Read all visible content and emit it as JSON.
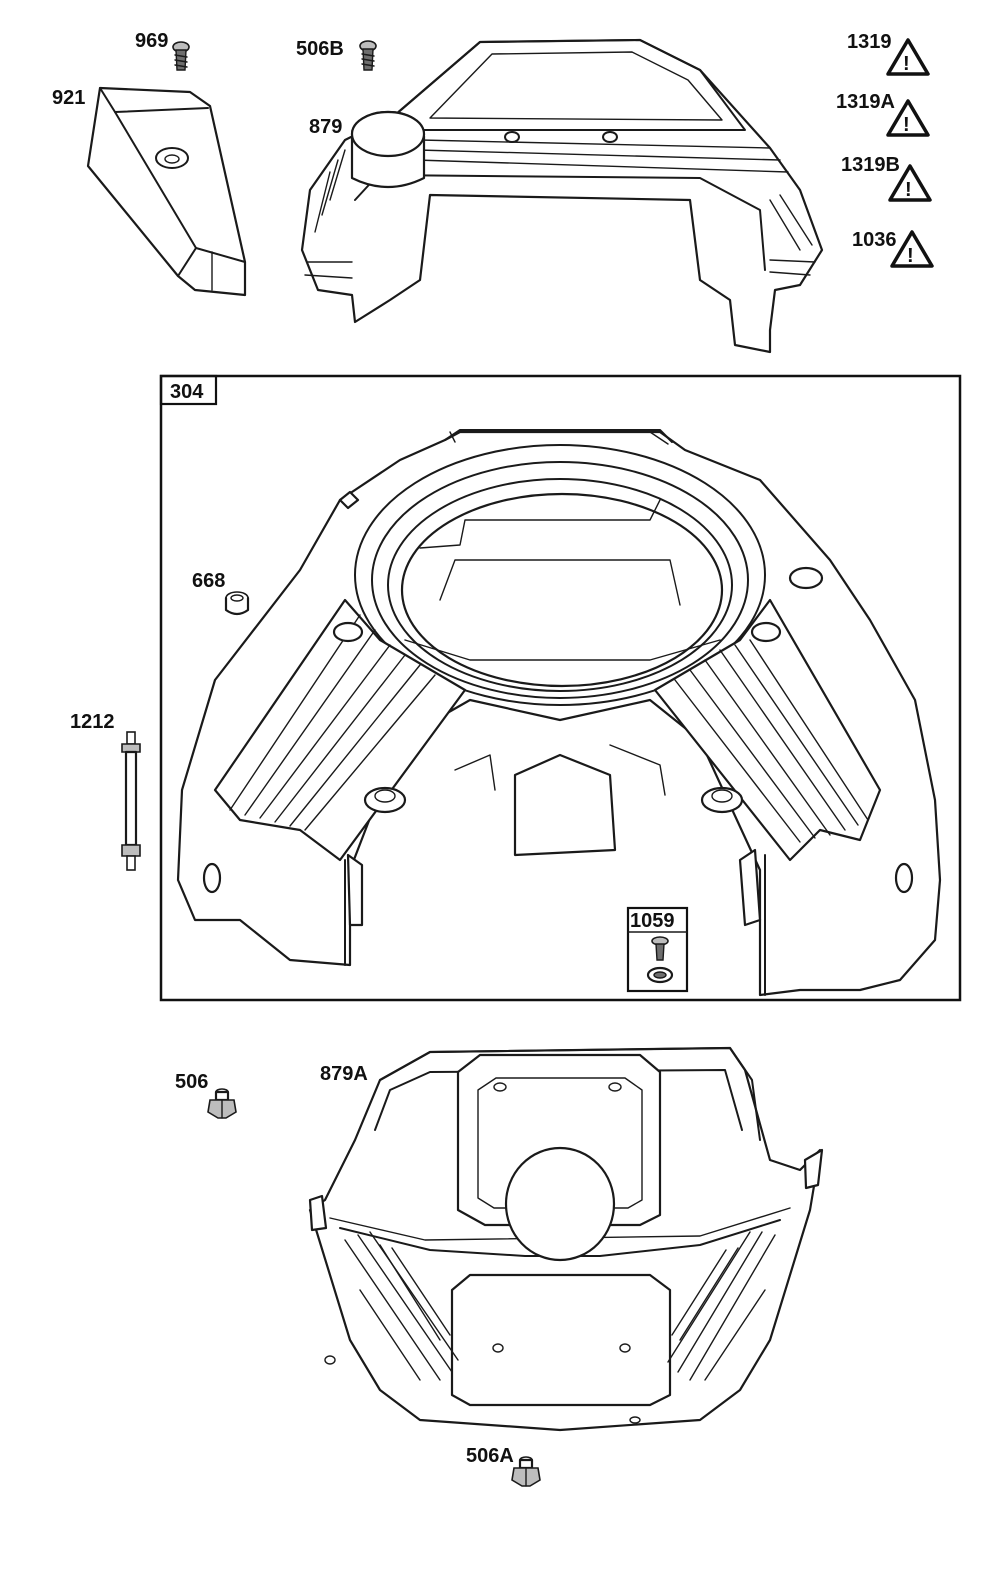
{
  "callouts": {
    "p969": "969",
    "p506B": "506B",
    "p921": "921",
    "p879": "879",
    "p1319": "1319",
    "p1319A": "1319A",
    "p1319B": "1319B",
    "p1036": "1036",
    "p304": "304",
    "p668": "668",
    "p1212": "1212",
    "p1059": "1059",
    "p506": "506",
    "p879A": "879A",
    "p506A": "506A"
  },
  "icons": {
    "warning": "warning-triangle-icon",
    "screw": "screw-icon",
    "bolt": "bolt-icon"
  },
  "colors": {
    "line": "#1a1a1a",
    "hardware_fill": "#bdbdbd",
    "background": "#ffffff"
  }
}
